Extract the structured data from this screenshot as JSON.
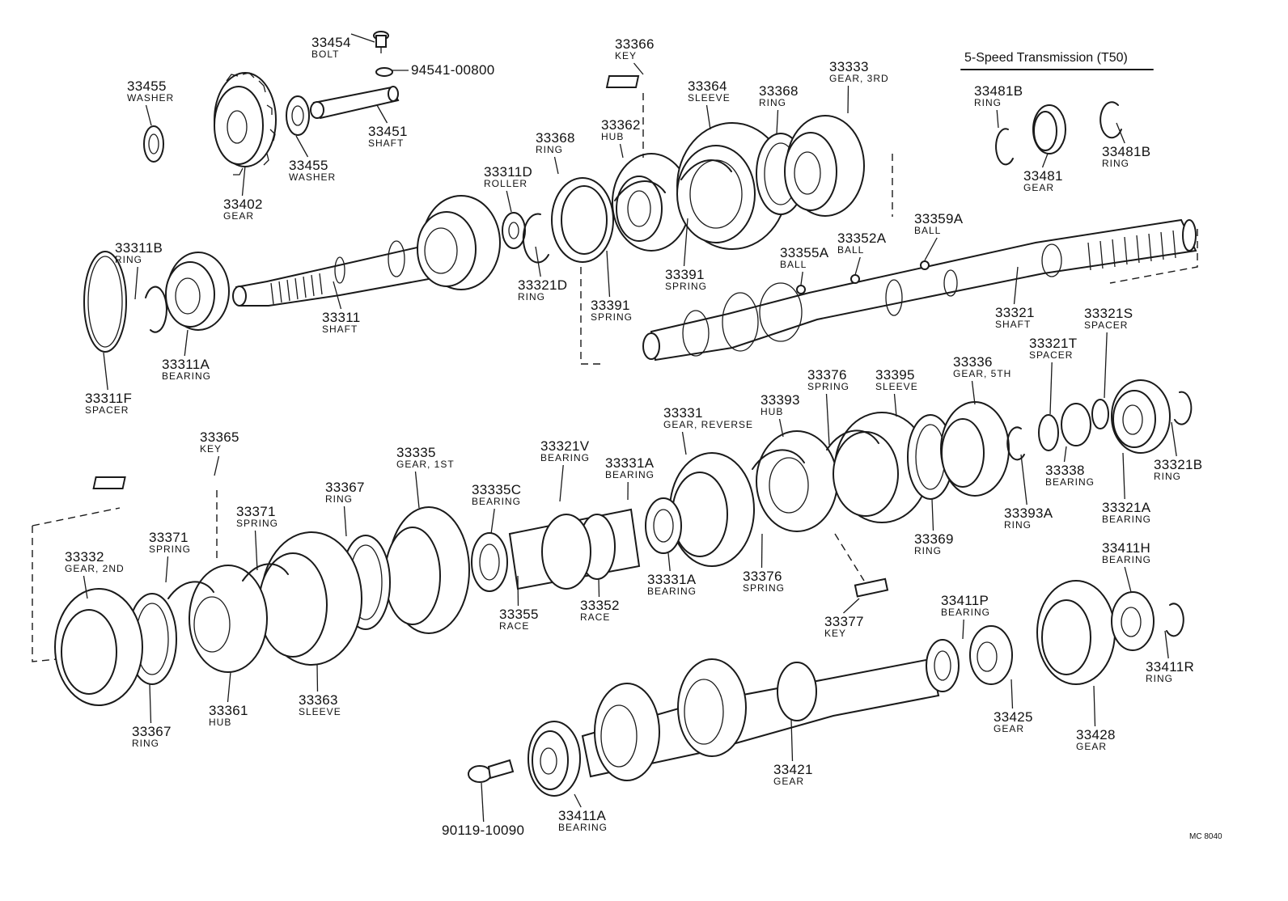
{
  "title": "5-Speed Transmission (T50)",
  "figure_code": "MC 8040",
  "callouts": [
    {
      "num": "33454",
      "name": "BOLT"
    },
    {
      "num": "94541-00800",
      "name": ""
    },
    {
      "num": "33455",
      "name": "WASHER"
    },
    {
      "num": "33451",
      "name": "SHAFT"
    },
    {
      "num": "33455",
      "name": "WASHER"
    },
    {
      "num": "33402",
      "name": "GEAR"
    },
    {
      "num": "33366",
      "name": "KEY"
    },
    {
      "num": "33364",
      "name": "SLEEVE"
    },
    {
      "num": "33368",
      "name": "RING"
    },
    {
      "num": "33333",
      "name": "GEAR, 3RD"
    },
    {
      "num": "33362",
      "name": "HUB"
    },
    {
      "num": "33368",
      "name": "RING"
    },
    {
      "num": "33311D",
      "name": "ROLLER"
    },
    {
      "num": "33481B",
      "name": "RING"
    },
    {
      "num": "33481",
      "name": "GEAR"
    },
    {
      "num": "33481B",
      "name": "RING"
    },
    {
      "num": "33311B",
      "name": "RING"
    },
    {
      "num": "33311",
      "name": "SHAFT"
    },
    {
      "num": "33311A",
      "name": "BEARING"
    },
    {
      "num": "33311F",
      "name": "SPACER"
    },
    {
      "num": "33321D",
      "name": "RING"
    },
    {
      "num": "33391",
      "name": "SPRING"
    },
    {
      "num": "33391",
      "name": "SPRING"
    },
    {
      "num": "33359A",
      "name": "BALL"
    },
    {
      "num": "33352A",
      "name": "BALL"
    },
    {
      "num": "33355A",
      "name": "BALL"
    },
    {
      "num": "33321",
      "name": "SHAFT"
    },
    {
      "num": "33321S",
      "name": "SPACER"
    },
    {
      "num": "33321T",
      "name": "SPACER"
    },
    {
      "num": "33376",
      "name": "SPRING"
    },
    {
      "num": "33395",
      "name": "SLEEVE"
    },
    {
      "num": "33336",
      "name": "GEAR, 5TH"
    },
    {
      "num": "33393",
      "name": "HUB"
    },
    {
      "num": "33331",
      "name": "GEAR, REVERSE"
    },
    {
      "num": "33365",
      "name": "KEY"
    },
    {
      "num": "33335",
      "name": "GEAR, 1ST"
    },
    {
      "num": "33321V",
      "name": "BEARING"
    },
    {
      "num": "33331A",
      "name": "BEARING"
    },
    {
      "num": "33335C",
      "name": "BEARING"
    },
    {
      "num": "33367",
      "name": "RING"
    },
    {
      "num": "33371",
      "name": "SPRING"
    },
    {
      "num": "33371",
      "name": "SPRING"
    },
    {
      "num": "33332",
      "name": "GEAR, 2ND"
    },
    {
      "num": "33338",
      "name": "BEARING"
    },
    {
      "num": "33321B",
      "name": "RING"
    },
    {
      "num": "33393A",
      "name": "RING"
    },
    {
      "num": "33321A",
      "name": "BEARING"
    },
    {
      "num": "33369",
      "name": "RING"
    },
    {
      "num": "33331A",
      "name": "BEARING"
    },
    {
      "num": "33376",
      "name": "SPRING"
    },
    {
      "num": "33355",
      "name": "RACE"
    },
    {
      "num": "33352",
      "name": "RACE"
    },
    {
      "num": "33411H",
      "name": "BEARING"
    },
    {
      "num": "33411P",
      "name": "BEARING"
    },
    {
      "num": "33377",
      "name": "KEY"
    },
    {
      "num": "33411R",
      "name": "RING"
    },
    {
      "num": "33361",
      "name": "HUB"
    },
    {
      "num": "33363",
      "name": "SLEEVE"
    },
    {
      "num": "33367",
      "name": "RING"
    },
    {
      "num": "33425",
      "name": "GEAR"
    },
    {
      "num": "33428",
      "name": "GEAR"
    },
    {
      "num": "33421",
      "name": "GEAR"
    },
    {
      "num": "33411A",
      "name": "BEARING"
    },
    {
      "num": "90119-10090",
      "name": ""
    }
  ]
}
